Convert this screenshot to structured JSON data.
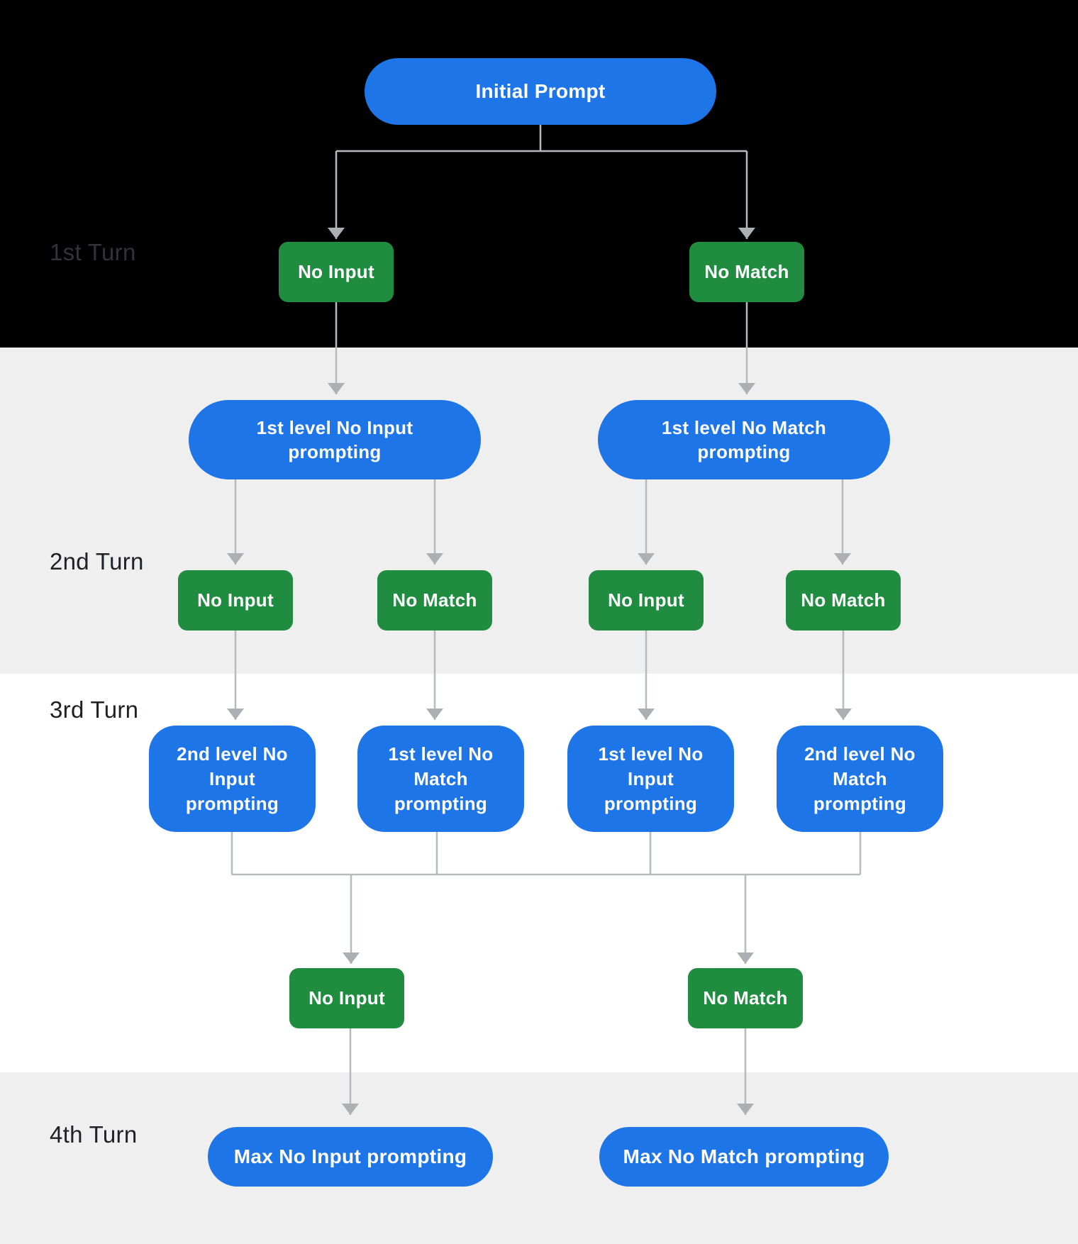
{
  "colors": {
    "blue": "#1d75e8",
    "green": "#1f8c3f",
    "band_black": "#000000",
    "band_gray": "#efefef",
    "band_white": "#ffffff",
    "connector": "#b7babd",
    "arrowhead": "#acafb3",
    "label": "#202124",
    "label_on_black": "#303439"
  },
  "turn_labels": {
    "t1": "1st Turn",
    "t2": "2nd Turn",
    "t3": "3rd Turn",
    "t4": "4th Turn"
  },
  "nodes": {
    "initial_prompt": "Initial Prompt",
    "turn1": {
      "no_input": "No Input",
      "no_match": "No Match"
    },
    "turn2": {
      "pill_no_input": "1st level No Input\nprompting",
      "pill_no_match": "1st level No Match\nprompting",
      "no_input_left": "No Input",
      "no_match_left": "No Match",
      "no_input_right": "No Input",
      "no_match_right": "No Match"
    },
    "turn3": {
      "box_2nd_no_input": "2nd level No\nInput\nprompting",
      "box_1st_no_match": "1st level No\nMatch\nprompting",
      "box_1st_no_input": "1st level No\nInput\nprompting",
      "box_2nd_no_match": "2nd level No\nMatch\nprompting",
      "no_input": "No Input",
      "no_match": "No Match"
    },
    "turn4": {
      "max_no_input": "Max No Input prompting",
      "max_no_match": "Max No Match prompting"
    }
  }
}
